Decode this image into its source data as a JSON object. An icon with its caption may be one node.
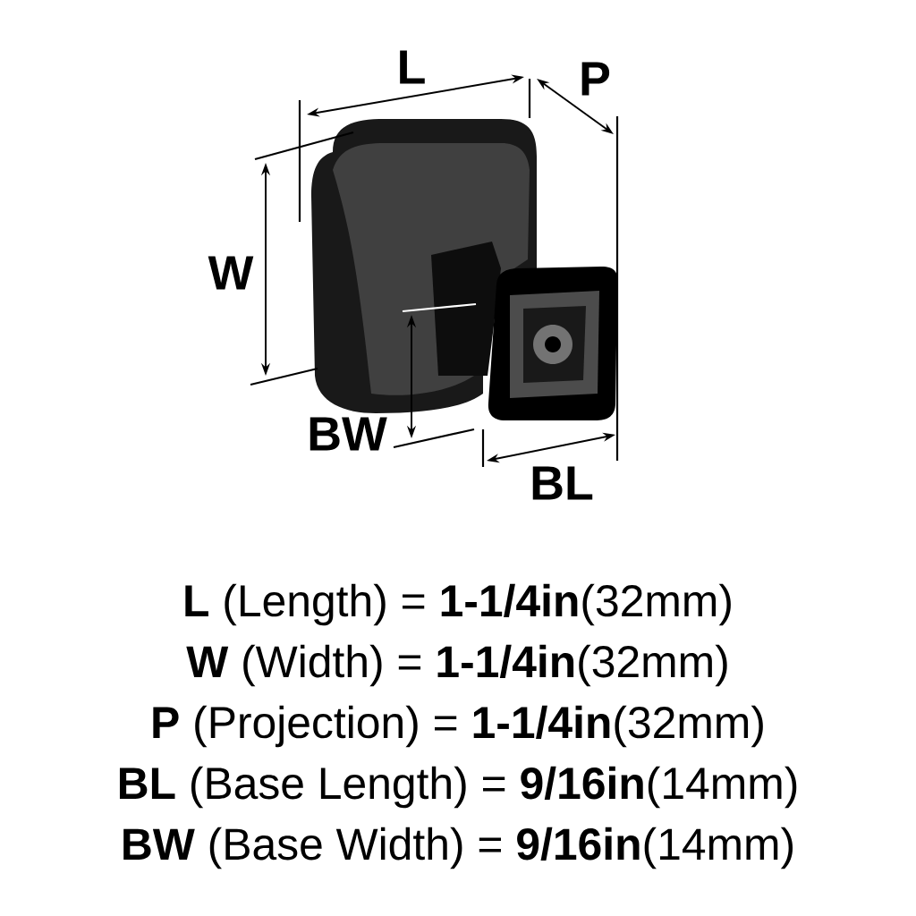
{
  "diagram": {
    "labels": [
      "L",
      "P",
      "W",
      "BW",
      "BL",
      "**L** (Length) = **1-1/4in**(32mm)",
      "**W** (Width) = **1-1/4in**(32mm)",
      "**P** (Projection) = **1-1/4in**(32mm)",
      "**BL** (Base Length) = **9/16in**(14mm)",
      "**BW** (Base Width) = **9/16in**(14mm)"
    ]
  }
}
